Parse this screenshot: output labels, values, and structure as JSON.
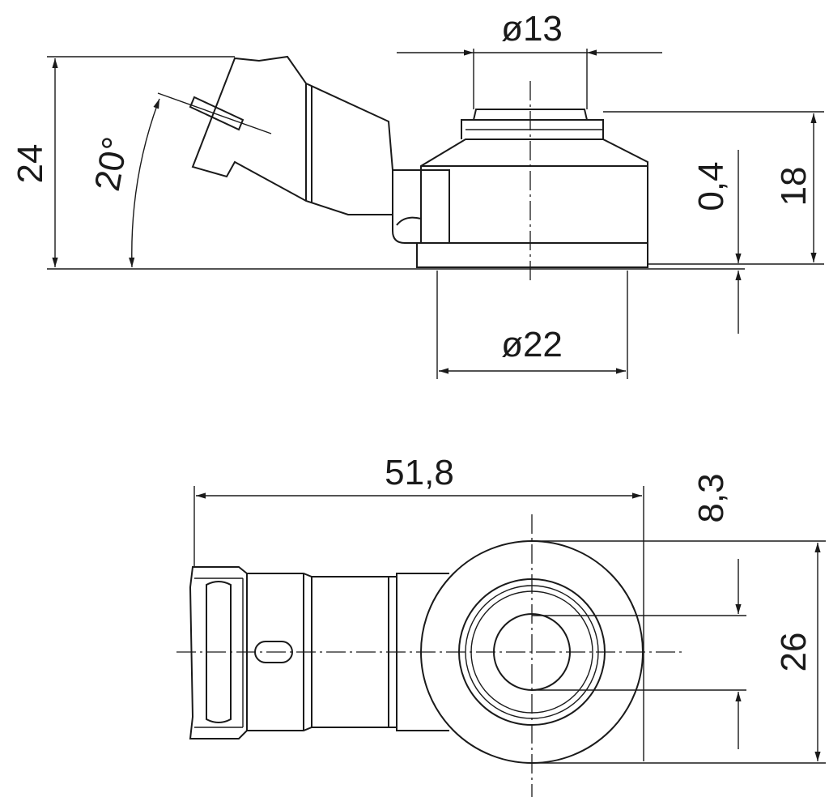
{
  "drawing": {
    "side_view": {
      "dim_boss_diameter": "ø13",
      "dim_total_height": "24",
      "dim_angle": "20°",
      "dim_gap": "0,4",
      "dim_body_height": "18",
      "dim_base_diameter": "ø22"
    },
    "top_view": {
      "dim_length": "51,8",
      "dim_bore": "8,3",
      "dim_outer_diameter": "26"
    }
  }
}
